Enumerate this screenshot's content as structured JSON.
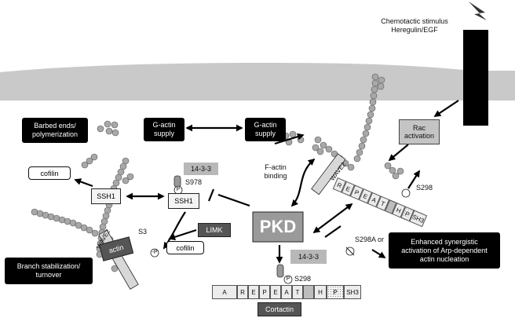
{
  "stimulus": {
    "line1": "Chemotactic  stimulus",
    "line2": "Heregulin/EGF"
  },
  "rac": {
    "line1": "Rac",
    "line2": "activation"
  },
  "barbed_ends": {
    "line1": "Barbed ends/",
    "line2": "polymerization"
  },
  "gactin_left": {
    "line1": "G-actin",
    "line2": "supply"
  },
  "gactin_right": {
    "line1": "G-actin",
    "line2": "supply"
  },
  "factin_binding": {
    "line1": "F-actin",
    "line2": "binding"
  },
  "cofilin_top": "cofilin",
  "cofilin_bottom": "cofilin",
  "ssh1_left": "SSH1",
  "ssh1_right": "SSH1",
  "protein_1433_top": "14-3-3",
  "protein_1433_bottom": "14-3-3",
  "s978": "S978",
  "s3": "S3",
  "phospho_p": "P",
  "phospho_minus_p": "-P",
  "limk": "LIMK",
  "pkd": "PKD",
  "wave2_left": "WAVE2",
  "wave2_right": "WAVE2",
  "actin": "actin",
  "s298_right": "S298",
  "s298_bottom": "S298",
  "s298a": "S298A or",
  "branch": {
    "line1": "Branch stabilization/",
    "line2": "turnover"
  },
  "synergy": {
    "line1": "Enhanced synergistic",
    "line2": "activation of Arp-dependent",
    "line3": "actin nucleation"
  },
  "cortactin": "Cortactin",
  "domains": [
    "A",
    "R",
    "E",
    "P",
    "E",
    "A",
    "T",
    "H",
    "P",
    "SH3"
  ]
}
